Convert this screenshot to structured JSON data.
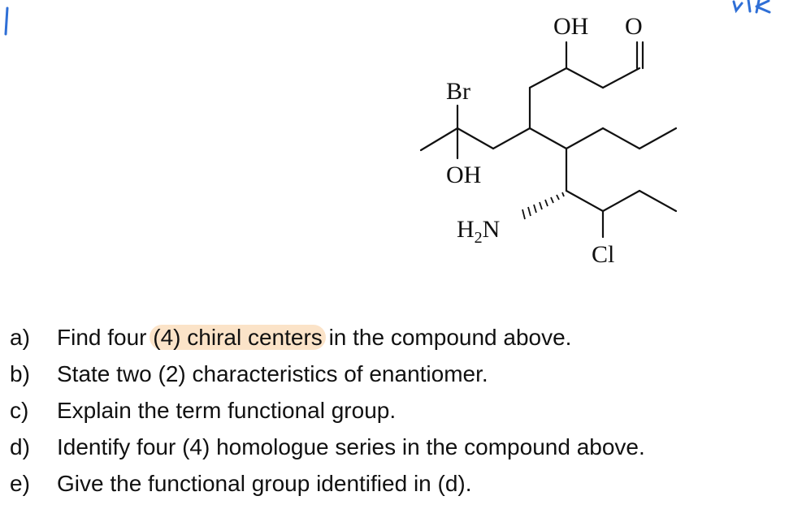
{
  "structure": {
    "atoms": {
      "oh_top": "OH",
      "o_carbonyl": "O",
      "br": "Br",
      "oh_left": "OH",
      "h2n_h": "H",
      "h2n_sub": "2",
      "h2n_n": "N",
      "cl": "Cl"
    }
  },
  "questions": [
    {
      "letter": "a)",
      "pre": "Find four ",
      "highlight": "(4) chiral centers",
      "post": " in the compound above."
    },
    {
      "letter": "b)",
      "pre": "State two (2) characteristics of enantiomer.",
      "highlight": "",
      "post": ""
    },
    {
      "letter": "c)",
      "pre": "Explain the term functional group.",
      "highlight": "",
      "post": ""
    },
    {
      "letter": "d)",
      "pre": "Identify four (4) homologue series in the compound above.",
      "highlight": "",
      "post": ""
    },
    {
      "letter": "e)",
      "pre": "Give the functional group identified in (d).",
      "highlight": "",
      "post": ""
    }
  ],
  "colors": {
    "highlight": "#fbe3c8",
    "ink": "#2f6fd6"
  }
}
